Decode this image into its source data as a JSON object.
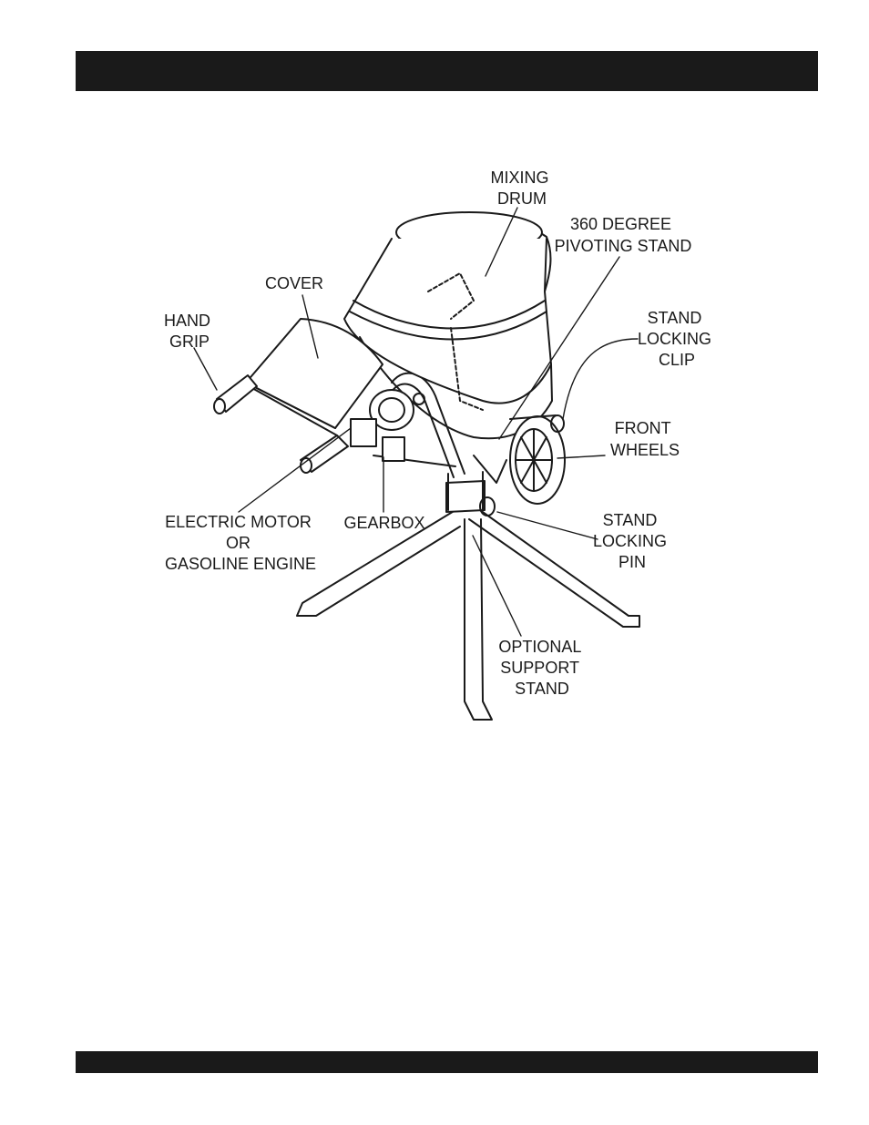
{
  "labels": {
    "mixing_drum": [
      "MIXING",
      "DRUM"
    ],
    "pivoting_stand": [
      "360 DEGREE",
      "PIVOTING STAND"
    ],
    "cover": [
      "COVER"
    ],
    "hand_grip": [
      "HAND",
      "GRIP"
    ],
    "stand_locking_clip": [
      "STAND",
      "LOCKING",
      "CLIP"
    ],
    "front_wheels": [
      "FRONT",
      "WHEELS"
    ],
    "electric_motor": [
      "ELECTRIC MOTOR",
      "OR",
      "GASOLINE ENGINE"
    ],
    "gearbox": [
      "GEARBOX"
    ],
    "stand_locking_pin": [
      "STAND",
      "LOCKING",
      "PIN"
    ],
    "optional_support_stand": [
      "OPTIONAL",
      "SUPPORT",
      "STAND"
    ]
  },
  "colors": {
    "ink": "#1a1a1a",
    "paper": "#ffffff"
  }
}
